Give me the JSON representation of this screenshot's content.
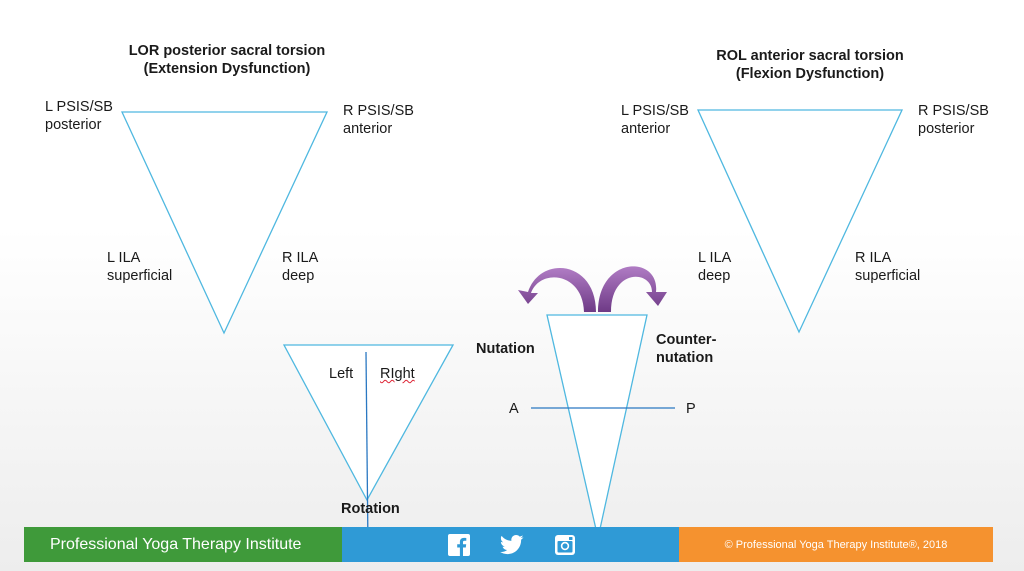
{
  "left_diagram": {
    "title_line1": "LOR posterior sacral torsion",
    "title_line2": "(Extension Dysfunction)",
    "top_left_line1": "L PSIS/SB",
    "top_left_line2": "posterior",
    "top_right_line1": "R PSIS/SB",
    "top_right_line2": "anterior",
    "mid_left_line1": "L ILA",
    "mid_left_line2": "superficial",
    "mid_right_line1": "R ILA",
    "mid_right_line2": "deep"
  },
  "right_diagram": {
    "title_line1": "ROL anterior sacral torsion",
    "title_line2": "(Flexion Dysfunction)",
    "top_left_line1": "L PSIS/SB",
    "top_left_line2": "anterior",
    "top_right_line1": "R PSIS/SB",
    "top_right_line2": "posterior",
    "mid_left_line1": "L ILA",
    "mid_left_line2": "deep",
    "mid_right_line1": "R ILA",
    "mid_right_line2": "superficial"
  },
  "rotation_diagram": {
    "left_label": "Left",
    "right_label": "RIght",
    "caption": "Rotation"
  },
  "nutation_diagram": {
    "nutation_label": "Nutation",
    "counter_line1": "Counter-",
    "counter_line2": "nutation",
    "a_label": "A",
    "p_label": "P",
    "arrow_color": "#8a4f9e"
  },
  "footer": {
    "institute_name": "Professional Yoga Therapy Institute",
    "copyright": "© Professional Yoga Therapy Institute®, 2018",
    "social_icons": [
      "facebook-icon",
      "twitter-icon",
      "instagram-icon"
    ],
    "colors": {
      "green": "#3f9a3a",
      "blue": "#2f9ad6",
      "orange": "#f5922f"
    }
  },
  "line_color": "#4fb8e0"
}
